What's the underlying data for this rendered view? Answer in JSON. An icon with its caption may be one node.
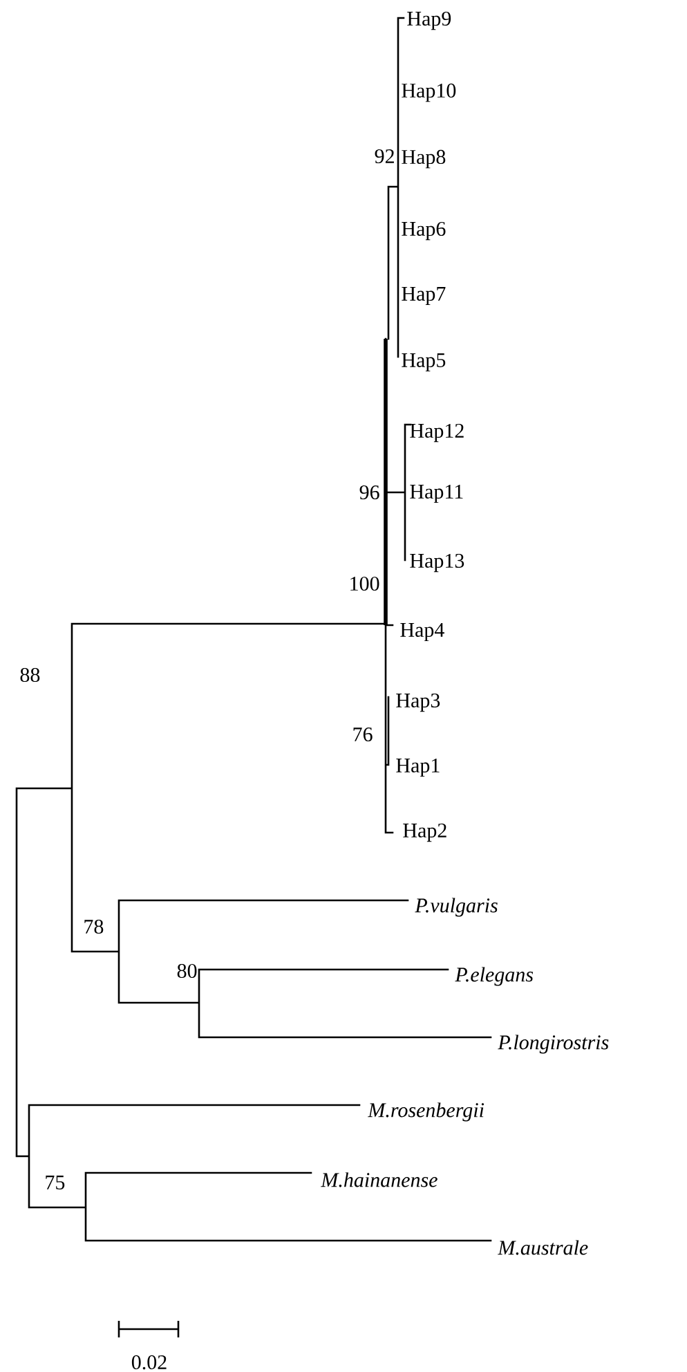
{
  "diagram": {
    "labels": [
      "Hap9",
      "Hap10",
      "92",
      "Hap8",
      "Hap6",
      "Hap7",
      "Hap5",
      "Hap12",
      "96",
      "Hap11",
      "Hap13",
      "100",
      "Hap4",
      "Hap3",
      "76",
      "Hap1",
      "Hap2",
      "88",
      "P.vulgaris",
      "78",
      "80",
      "P.elegans",
      "P.longirostris",
      "M.rosenbergii",
      "75",
      "M.hainanense",
      "M.australe",
      "0.02"
    ]
  }
}
